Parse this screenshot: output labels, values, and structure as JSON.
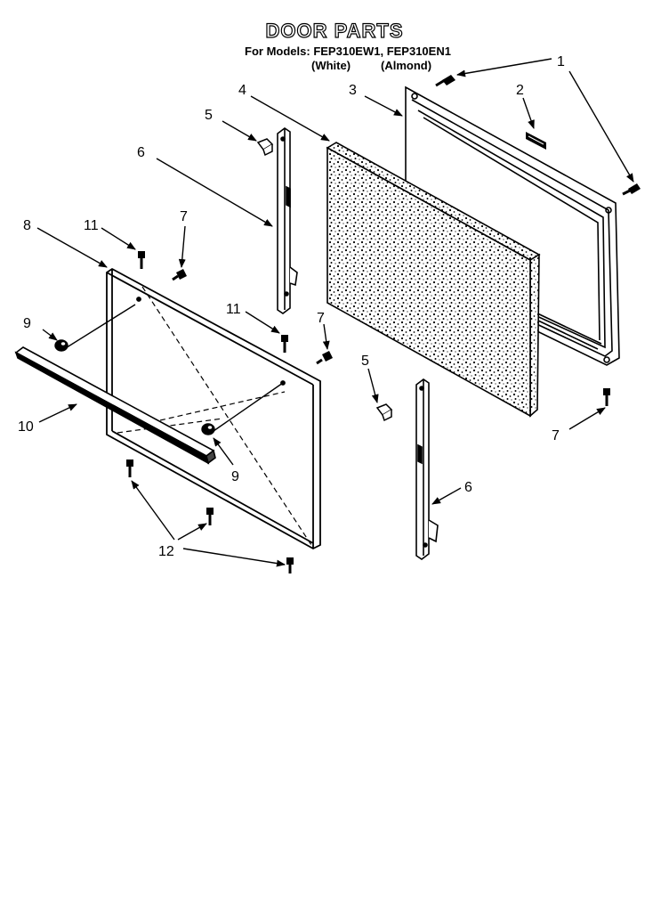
{
  "header": {
    "title": "DOOR PARTS",
    "models_line": "For Models: FEP310EW1, FEP310EN1",
    "variant_white": "(White)",
    "variant_almond": "(Almond)"
  },
  "callouts": {
    "c1": "1",
    "c2": "2",
    "c3": "3",
    "c4": "4",
    "c5a": "5",
    "c5b": "5",
    "c6a": "6",
    "c6b": "6",
    "c7a": "7",
    "c7b": "7",
    "c7c": "7",
    "c8": "8",
    "c9a": "9",
    "c9b": "9",
    "c10": "10",
    "c11a": "11",
    "c11b": "11",
    "c12": "12"
  }
}
